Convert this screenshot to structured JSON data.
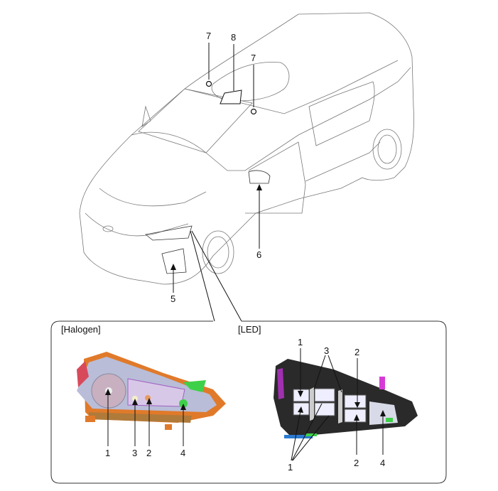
{
  "callouts": {
    "roof_sensor_left": "7",
    "roof_module": "8",
    "roof_sensor_right": "7",
    "side_mirror": "6",
    "fog_lamp": "5"
  },
  "inset": {
    "halogen": {
      "title": "[Halogen]",
      "labels": [
        "1",
        "3",
        "2",
        "4"
      ]
    },
    "led": {
      "title": "[LED]",
      "labels_top": [
        "1",
        "3",
        "2"
      ],
      "labels_bottom": [
        "1",
        "2",
        "4"
      ]
    }
  },
  "colors": {
    "halogen_housing": "#e07a2a",
    "halogen_lens": "#b9bdd8",
    "led_housing": "#2a2a2a",
    "connector_green": "#3fd04a",
    "connector_magenta": "#d63ad6"
  }
}
